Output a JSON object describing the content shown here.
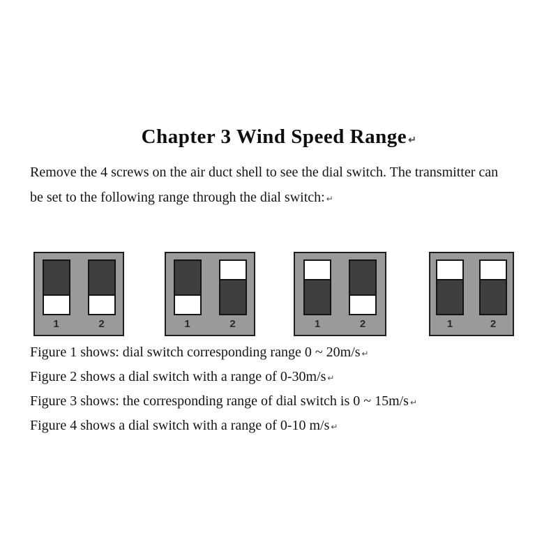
{
  "page": {
    "title": "Chapter 3 Wind Speed Range",
    "intro_lines": [
      "Remove the 4 screws on the air duct shell to see the dial switch. The transmitter can",
      "be set to the following range through the dial switch:"
    ],
    "return_mark": "↵"
  },
  "figures": [
    {
      "name": "Figure 1",
      "switch_labels": [
        "1",
        "2"
      ],
      "switch_positions": [
        "down",
        "down"
      ],
      "range": "0 ~ 20m/s"
    },
    {
      "name": "Figure 2",
      "switch_labels": [
        "1",
        "2"
      ],
      "switch_positions": [
        "down",
        "up"
      ],
      "range": "0-30m/s"
    },
    {
      "name": "Figure 3",
      "switch_labels": [
        "1",
        "2"
      ],
      "switch_positions": [
        "up",
        "down"
      ],
      "range": "0 ~ 15m/s"
    },
    {
      "name": "Figure 4",
      "switch_labels": [
        "1",
        "2"
      ],
      "switch_positions": [
        "up",
        "up"
      ],
      "range": "0-10 m/s"
    }
  ],
  "captions": [
    "Figure 1 shows: dial switch corresponding range 0 ~ 20m/s",
    "Figure 2 shows a dial switch with a range of 0-30m/s",
    "Figure 3 shows: the corresponding range of dial switch is 0 ~ 15m/s",
    "Figure 4 shows a dial switch with a range of 0-10 m/s"
  ],
  "colors": {
    "page_background": "#ffffff",
    "box_background": "#9a9a9a",
    "switch_dark": "#3e3e3e",
    "slider_white": "#ffffff",
    "border": "#1e1e1e",
    "text": "#141414"
  }
}
